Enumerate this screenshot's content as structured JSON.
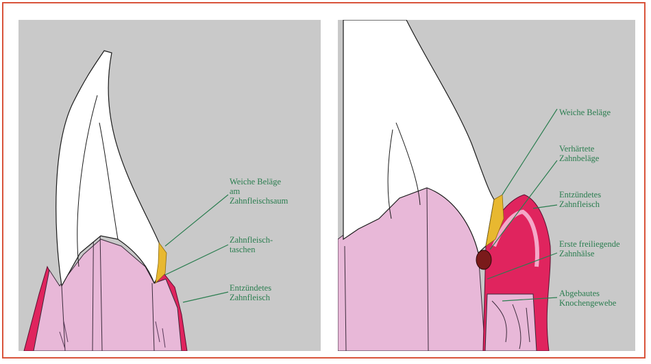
{
  "colors": {
    "frame": "#d9533a",
    "background": "#c9c9c9",
    "tooth": "#ffffff",
    "gum": "#e8b8d8",
    "inflamed_gum": "#e0245e",
    "plaque": "#e8b830",
    "tartar": "#7a1a1a",
    "label_text": "#2a7d4f"
  },
  "left_panel": {
    "labels": [
      {
        "line1": "Weiche Beläge",
        "line2": "am",
        "line3": "Zahnfleischsaum"
      },
      {
        "line1": "Zahnfleisch-",
        "line2": "taschen"
      },
      {
        "line1": "Entzündetes",
        "line2": "Zahnfleisch"
      }
    ]
  },
  "right_panel": {
    "labels": [
      {
        "line1": "Weiche Beläge"
      },
      {
        "line1": "Verhärtete",
        "line2": "Zahnbeläge"
      },
      {
        "line1": "Entzündetes",
        "line2": "Zahnfleisch"
      },
      {
        "line1": "Erste freiliegende",
        "line2": "Zahnhälse"
      },
      {
        "line1": "Abgebautes",
        "line2": "Knochengewebe"
      }
    ]
  }
}
